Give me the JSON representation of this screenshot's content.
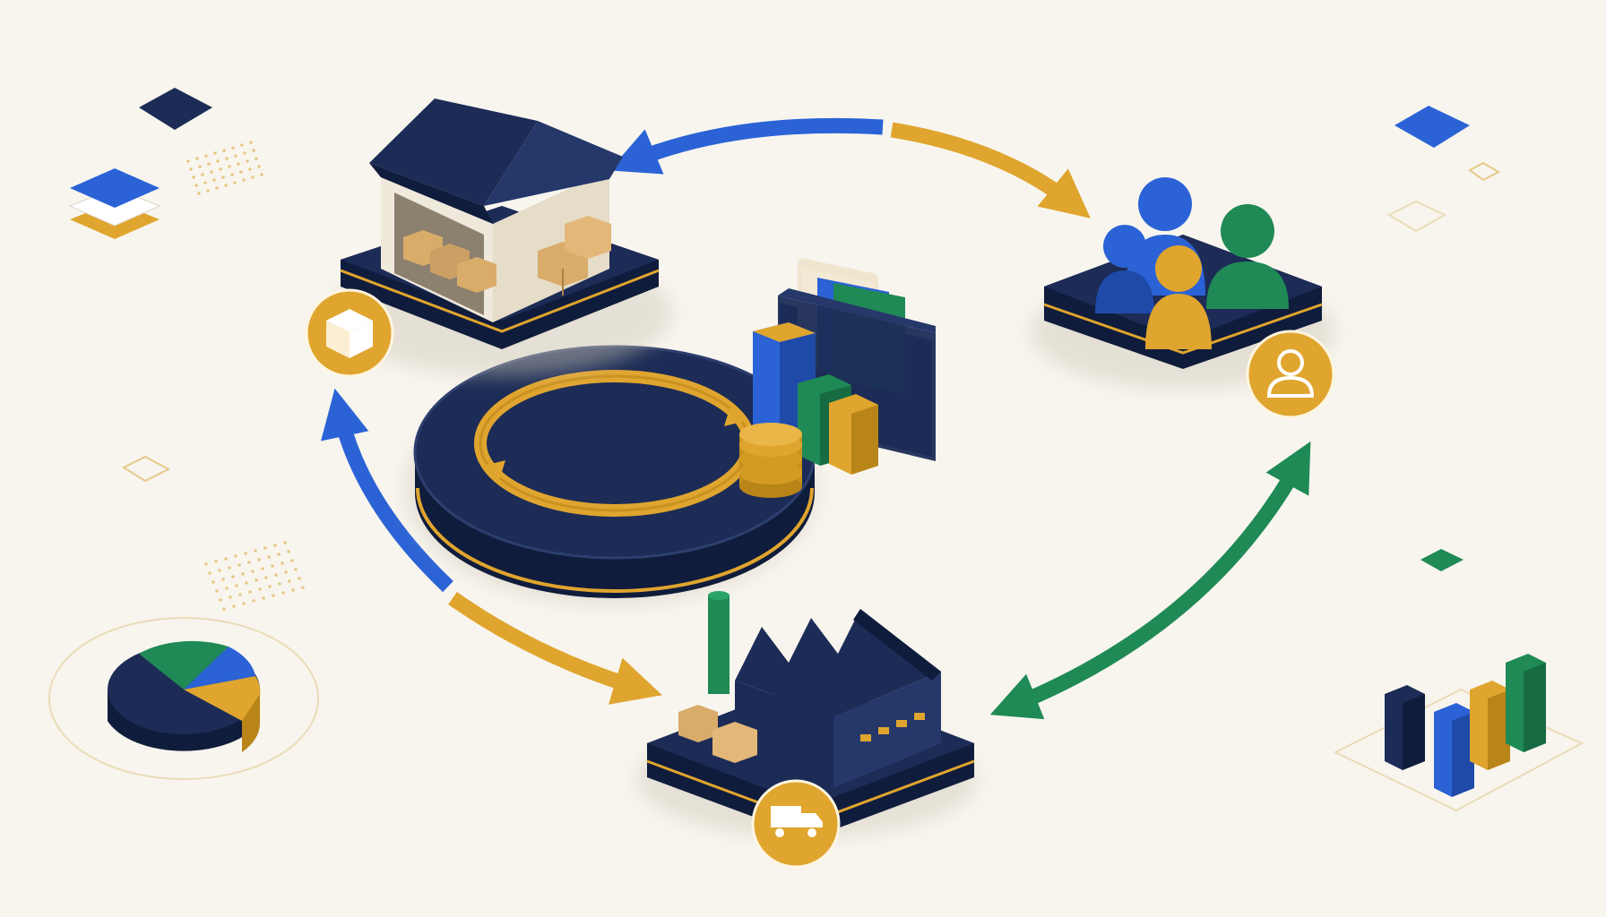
{
  "diagram": {
    "type": "isometric-cycle",
    "nodes": [
      {
        "id": "warehouse",
        "badge_icon": "cube-icon"
      },
      {
        "id": "customers",
        "badge_icon": "user-icon"
      },
      {
        "id": "factory",
        "badge_icon": "truck-icon"
      },
      {
        "id": "hub",
        "badge_icon": "folder-chart-coins-icon"
      }
    ],
    "arrows": [
      {
        "from": "customers",
        "to": "warehouse",
        "color": "blue"
      },
      {
        "from": "warehouse",
        "to": "customers",
        "color": "gold"
      },
      {
        "from": "factory",
        "to": "warehouse",
        "color": "blue"
      },
      {
        "from": "warehouse",
        "to": "factory",
        "color": "gold"
      },
      {
        "from": "factory",
        "to": "customers",
        "color": "green"
      },
      {
        "from": "customers",
        "to": "factory",
        "color": "green"
      }
    ],
    "decorations": [
      "pie-chart-icon",
      "bar-chart-icon",
      "layers-icon",
      "diamond-tile-icon"
    ]
  },
  "colors": {
    "background": "#f8f5ee",
    "navy": "#1c2c56",
    "navy_dark": "#101c3c",
    "blue": "#2b63d6",
    "gold": "#e0a52e",
    "gold_dark": "#b98418",
    "green": "#1f8a55",
    "box": "#d9ac6a"
  }
}
